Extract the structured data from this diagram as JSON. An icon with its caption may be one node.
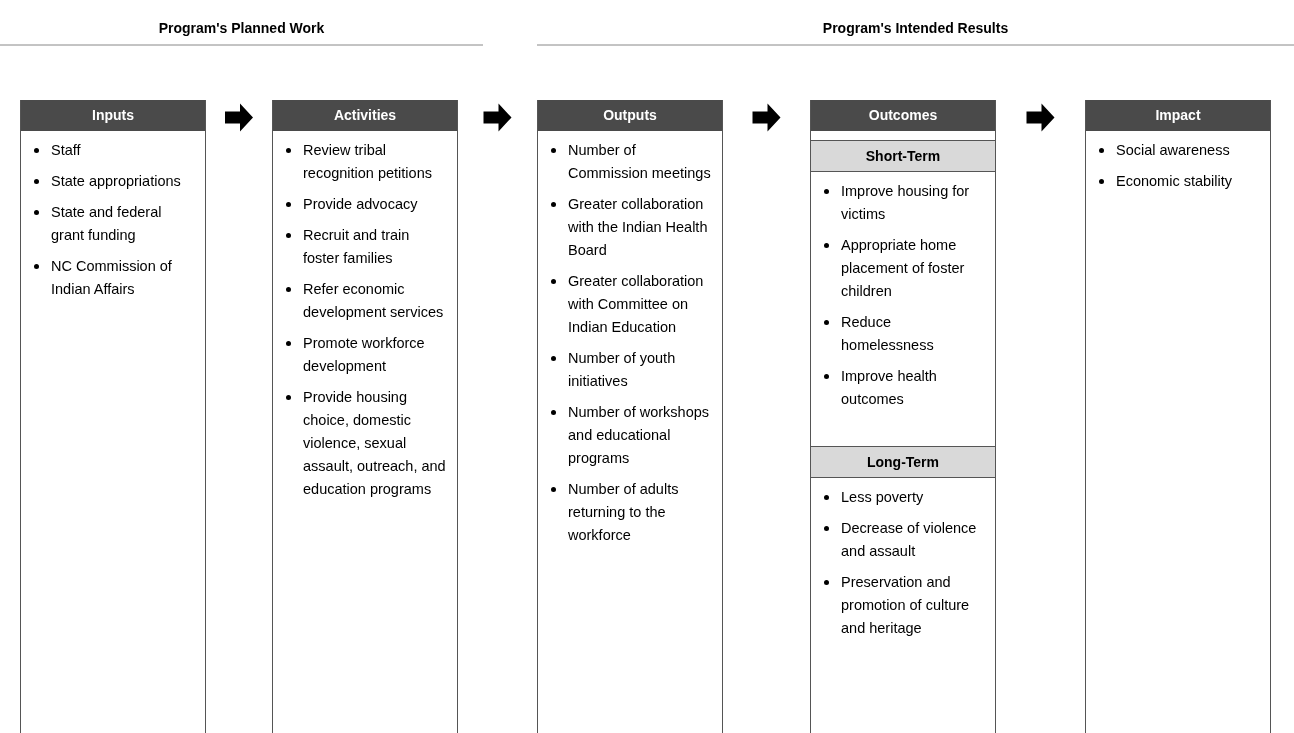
{
  "diagram": {
    "nodes": [
      {
        "text": [
          "Inputs",
          "Staff",
          "State appropriations",
          "State and federal grant funding",
          "NC Commission of Indian Affairs"
        ]
      },
      {
        "text": [
          "Activities",
          "Review tribal recognition petitions",
          "Provide advocacy",
          "Recruit and train foster families",
          "Refer economic development services",
          "Promote workforce development",
          "Provide housing choice, domestic violence, sexual assault, outreach, and education programs"
        ]
      },
      {
        "text": [
          "Outputs",
          "Number of Commission meetings",
          "Greater collaboration with the Indian Health Board",
          "Greater collaboration with Committee on Indian Education",
          "Number of youth initiatives",
          "Number of workshops and educational programs",
          "Number of adults returning to the workforce"
        ]
      },
      {
        "text": [
          "Outcomes"
        ]
      },
      {
        "text": [
          "Short-Term",
          "Improve housing for victims",
          "Appropriate home placement of foster children",
          "Reduce homelessness",
          "Improve health outcomes"
        ],
        "in": 3
      },
      {
        "text": [
          "Long-Term",
          "Less poverty",
          "Decrease of violence and assault",
          "Preservation and promotion of culture and heritage"
        ],
        "in": 3
      },
      {
        "text": [
          "Impact",
          "Social awareness",
          "Economic stability"
        ]
      }
    ],
    "edges": [
      {
        "from": 0,
        "to": 1,
        "arrow": "to"
      },
      {
        "from": 1,
        "to": 2,
        "arrow": "to"
      },
      {
        "from": 2,
        "to": 3,
        "arrow": "to"
      },
      {
        "from": 3,
        "to": 6,
        "arrow": "to"
      }
    ],
    "labels": [
      "Program's Planned Work",
      "Program's Intended Results"
    ]
  }
}
